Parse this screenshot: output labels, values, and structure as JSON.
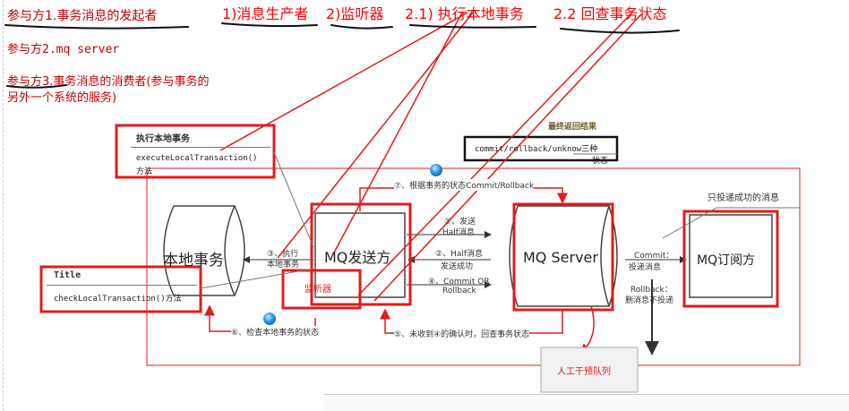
{
  "participants": {
    "p1": "参与方1.事务消息的发起者",
    "p2": "参与方2.mq server",
    "p3_line1": "参与方3.事务消息的消费者(参与事务的",
    "p3_line2": "另外一个系统的服务)"
  },
  "headings": {
    "h1": "1)消息生产者",
    "h2": "2)监听器",
    "h3": "2.1) 执行本地事务",
    "h4": "2.2 回查事务状态"
  },
  "callouts": {
    "exec_title": "执行本地事务",
    "exec_method": "executeLocalTransaction()",
    "exec_suffix": "方法",
    "check_title": "Title",
    "check_method": "checkLocalTransaction()方法",
    "final_title": "最终返回结果",
    "final_value": "commit/rollback/unknow三种",
    "final_suffix": "状态",
    "only_success": "只投递成功的消息",
    "manual_queue": "人工干预队列"
  },
  "nodes": {
    "local_tx": "本地事务",
    "mq_sender": "MQ发送方",
    "listener": "监听器",
    "mq_server": "MQ Server",
    "subscriber": "MQ订阅方"
  },
  "edges": {
    "e1a": "①、发送",
    "e1b": "Half消息",
    "e2a": "②、Half消息",
    "e2b": "发送成功",
    "e3a": "③、执行",
    "e3b": "本地事务",
    "e4a": "④、Commit OR",
    "e4b": "Rollback",
    "e5": "⑤、未收到④的确认时，回查事务状态",
    "e6": "⑥、检查本地事务的状态",
    "e7": "⑦、根据事务的状态Commit/Rollback",
    "commit_a": "Commit：",
    "commit_b": "投递消息",
    "rollback_a": "Rollback：",
    "rollback_b": "删消息不投递"
  },
  "colors": {
    "annotation_red": "#e41b1b",
    "text_red": "#ff0000",
    "blue_dot": "#3fa7f5"
  }
}
